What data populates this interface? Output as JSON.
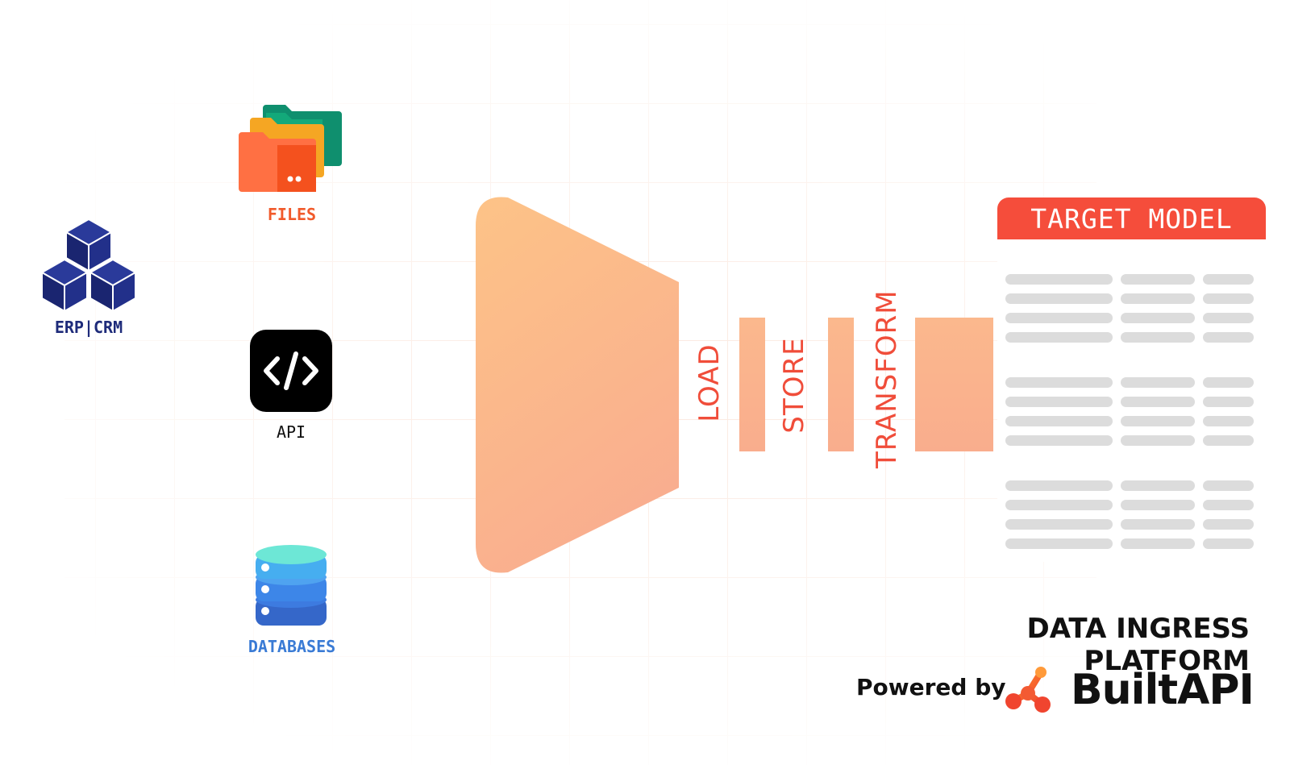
{
  "sources": {
    "erp_crm": "ERP|CRM",
    "files": "FILES",
    "api": "API",
    "databases": "DATABASES"
  },
  "stages": {
    "load": "LOAD",
    "store": "STORE",
    "transform": "TRANSFORM"
  },
  "target_model": {
    "title": "TARGET MODEL"
  },
  "footer": {
    "platform": "DATA INGRESS PLATFORM",
    "powered_by": "Powered by",
    "brand": "BuiltAPI"
  },
  "colors": {
    "accent": "#f54d3b",
    "funnel_top": "#fdc387",
    "funnel_bottom": "#f9b08f",
    "erp_blue": "#1e2b7a",
    "files_orange": "#f15a2b",
    "databases_blue": "#3a7bd5"
  },
  "icons": {
    "erp_crm": "cubes-icon",
    "files": "folders-icon",
    "api": "code-icon",
    "databases": "database-icon",
    "brand": "builtapi-logo-icon"
  }
}
